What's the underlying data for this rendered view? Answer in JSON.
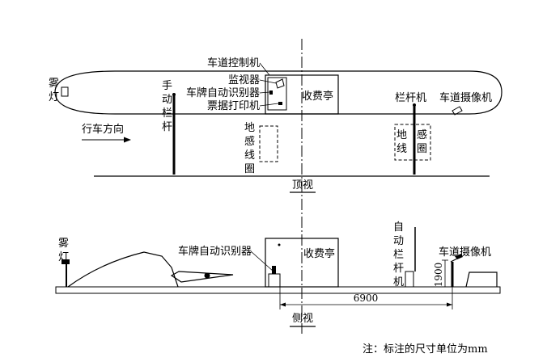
{
  "top_view": {
    "fog_light": "雾灯",
    "manual_barrier": "手动栏杆",
    "lane_controller": "车道控制机",
    "monitor": "监视器",
    "plate_recognizer": "车牌自动识别器",
    "ticket_printer": "票据打印机",
    "toll_booth": "收费亭",
    "barrier_machine": "栏杆机",
    "lane_camera": "车道摄像机",
    "driving_direction": "行车方向",
    "loop_left": "地感线圈",
    "loop_right_a": "地线",
    "loop_right_b": "感圈",
    "caption": "顶视"
  },
  "side_view": {
    "fog_light": "雾灯",
    "plate_recognizer": "车牌自动识别器",
    "toll_booth": "收费亭",
    "auto_barrier": "自动栏杆机",
    "lane_camera": "车道摄像机",
    "dim_height": "1900",
    "dim_width": "6900",
    "caption": "侧视"
  },
  "note": "注：标注的尺寸单位为mm"
}
